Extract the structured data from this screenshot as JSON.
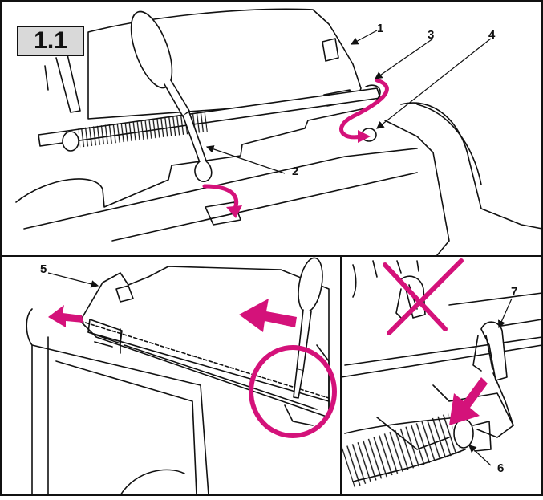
{
  "step_label": "1.1",
  "callouts": [
    "1",
    "2",
    "3",
    "4",
    "5",
    "6",
    "7"
  ],
  "colors": {
    "accent": "#d4127a",
    "line": "#111111",
    "badge": "#d9d9d9"
  },
  "icons": [
    "screwdriver-icon",
    "arrow-icon",
    "circle-highlight-icon",
    "cross-out-icon",
    "clip-icon",
    "spring-icon"
  ]
}
